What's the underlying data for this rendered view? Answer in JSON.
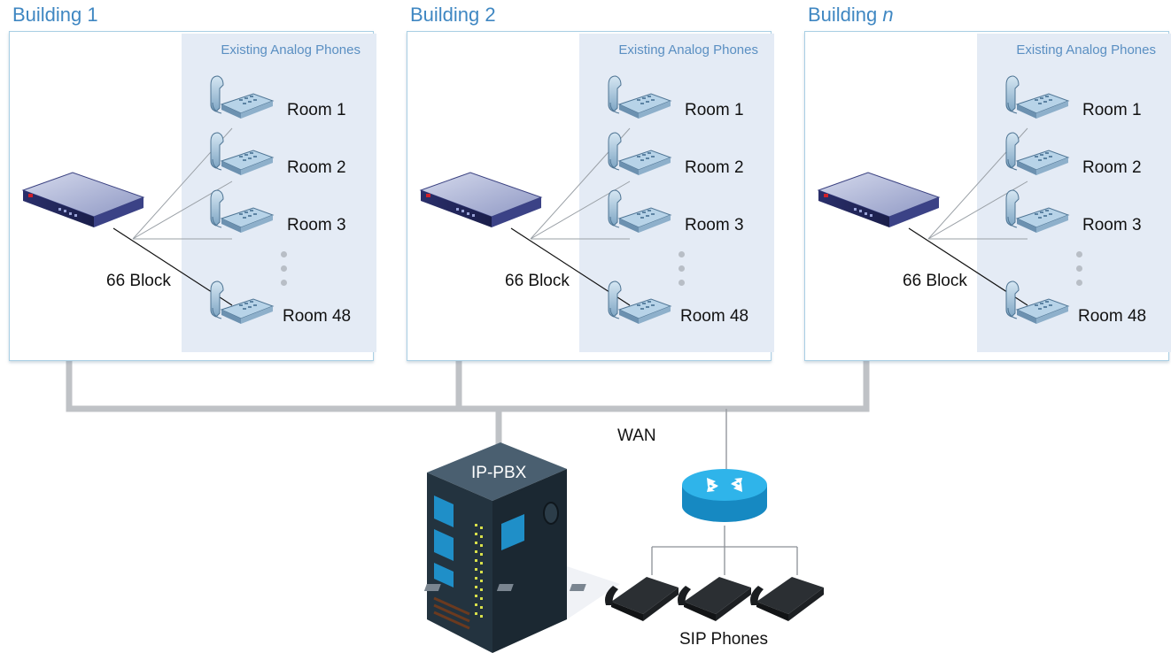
{
  "buildings": [
    {
      "title": "Building 1",
      "title_italic": "",
      "panel_title": "Existing Analog Phones",
      "rooms": [
        "Room 1",
        "Room 2",
        "Room 3",
        "Room 48"
      ],
      "block_label": "66 Block"
    },
    {
      "title": "Building 2",
      "title_italic": "",
      "panel_title": "Existing Analog Phones",
      "rooms": [
        "Room 1",
        "Room 2",
        "Room 3",
        "Room 48"
      ],
      "block_label": "66 Block"
    },
    {
      "title": "Building ",
      "title_italic": "n",
      "panel_title": "Existing Analog Phones",
      "rooms": [
        "Room 1",
        "Room 2",
        "Room 3",
        "Room 48"
      ],
      "block_label": "66 Block"
    }
  ],
  "wan_label": "WAN",
  "pbx_label": "IP-PBX",
  "sip_label": "SIP Phones",
  "icons": {
    "gateway": "gateway-device-icon",
    "analog_phone": "analog-phone-icon",
    "router": "router-icon",
    "server": "server-tower-icon",
    "sip_phone": "sip-phone-icon"
  },
  "colors": {
    "title": "#3f87c2",
    "panel_bg": "#e4ebf5",
    "box_border": "#a9cfe4",
    "wan_line": "#b9bcc0",
    "router": "#1ea8e0"
  }
}
